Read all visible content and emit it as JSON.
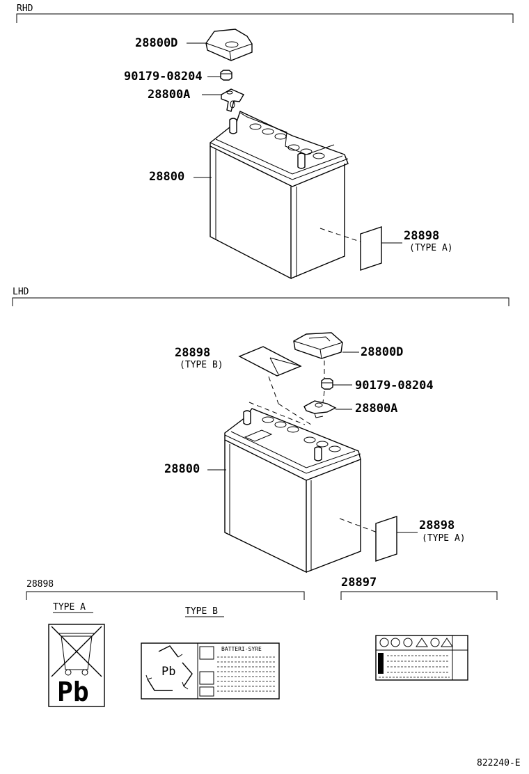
{
  "sections": {
    "rhd": "RHD",
    "lhd": "LHD",
    "label_group": "28898",
    "label_29": "28897"
  },
  "rhd": {
    "cover": "28800D",
    "nut": "90179-08204",
    "clamp": "28800A",
    "battery": "28800",
    "label": "28898",
    "label_type": "(TYPE  A)"
  },
  "lhd": {
    "label_b": "28898",
    "label_b_type": "(TYPE B)",
    "cover": "28800D",
    "nut": "90179-08204",
    "clamp": "28800A",
    "battery": "28800",
    "label_a": "28898",
    "label_a_type": "(TYPE  A)"
  },
  "types": {
    "type_a": "TYPE  A",
    "type_b": "TYPE  B",
    "pb_text": "Pb",
    "batteri_text": "BATTERI-SYRE"
  },
  "footer": {
    "code": "822240-E"
  }
}
